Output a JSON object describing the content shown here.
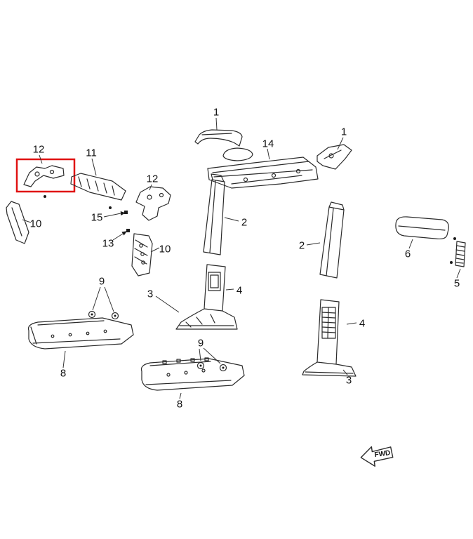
{
  "diagram": {
    "type": "exploded-parts-diagram",
    "background": "#ffffff",
    "line_color": "#2b2b2b",
    "highlight_color": "#e01212",
    "fwd_label": "FWD",
    "highlighted_callout": "12",
    "callouts": [
      {
        "label": "1"
      },
      {
        "label": "14"
      },
      {
        "label": "1"
      },
      {
        "label": "12"
      },
      {
        "label": "11"
      },
      {
        "label": "12"
      },
      {
        "label": "10"
      },
      {
        "label": "15"
      },
      {
        "label": "13"
      },
      {
        "label": "10"
      },
      {
        "label": "2"
      },
      {
        "label": "2"
      },
      {
        "label": "6"
      },
      {
        "label": "5"
      },
      {
        "label": "3"
      },
      {
        "label": "4"
      },
      {
        "label": "9"
      },
      {
        "label": "8"
      },
      {
        "label": "9"
      },
      {
        "label": "4"
      },
      {
        "label": "3"
      },
      {
        "label": "8"
      }
    ]
  }
}
